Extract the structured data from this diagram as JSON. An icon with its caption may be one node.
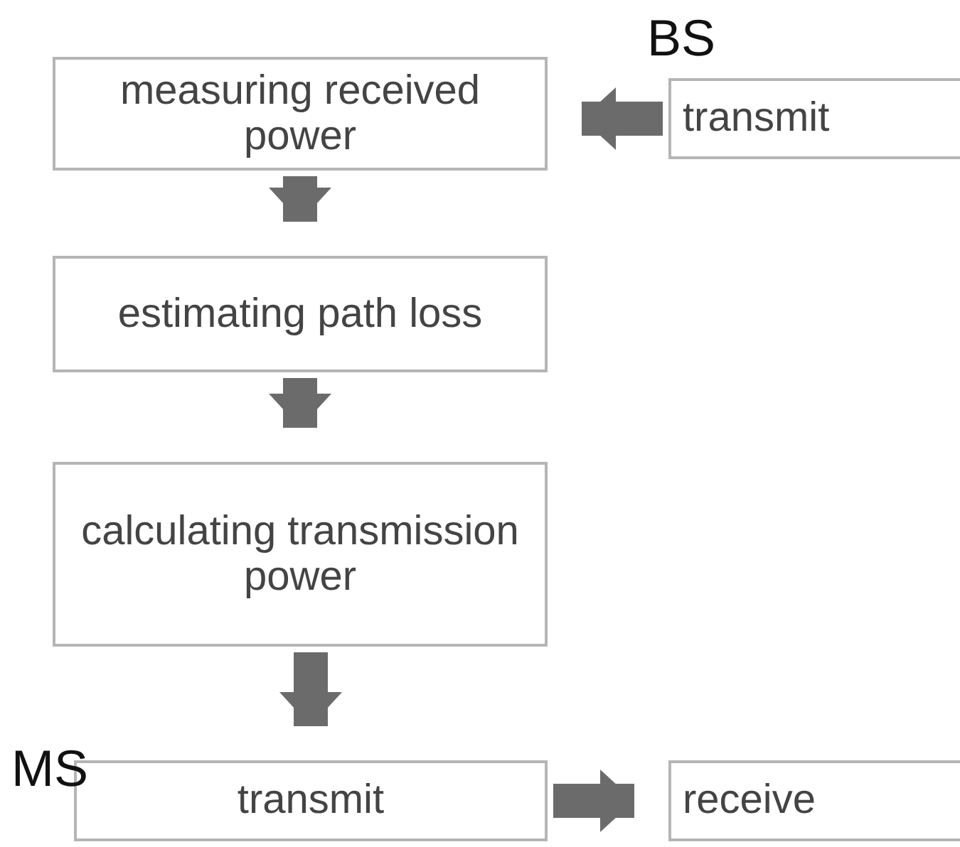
{
  "diagram": {
    "nodes": [
      {
        "text": [
          "measuring received power"
        ]
      },
      {
        "text": [
          "transmit"
        ],
        "beside": [
          "BS"
        ]
      },
      {
        "text": [
          "estimating path loss"
        ]
      },
      {
        "text": [
          "calculating transmission power"
        ]
      },
      {
        "text": [
          "transmit"
        ],
        "beside": [
          "MS"
        ]
      },
      {
        "text": [
          "receive"
        ]
      }
    ],
    "edges": [
      {
        "from": 1,
        "to": 0,
        "arrow": "to"
      },
      {
        "from": 0,
        "to": 2,
        "arrow": "to"
      },
      {
        "from": 2,
        "to": 3,
        "arrow": "to"
      },
      {
        "from": 3,
        "to": 4,
        "arrow": "to"
      },
      {
        "from": 4,
        "to": 5,
        "arrow": "to"
      }
    ]
  }
}
